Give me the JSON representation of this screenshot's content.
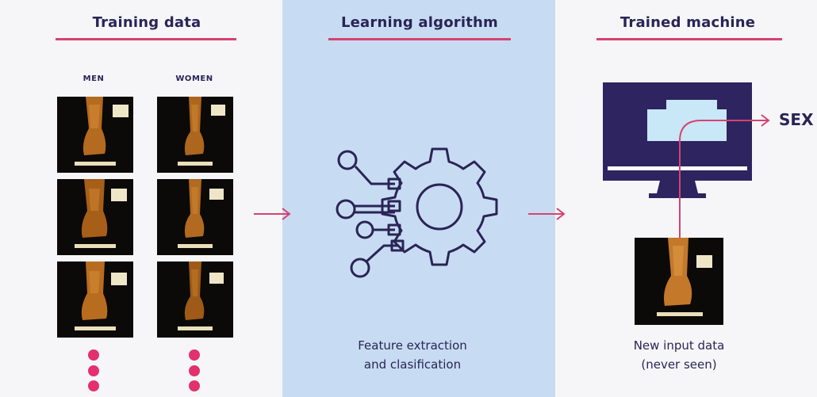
{
  "columns": {
    "training": {
      "title": "Training data",
      "men_label": "MEN",
      "women_label": "WOMEN"
    },
    "learning": {
      "title": "Learning algorithm",
      "caption_line1": "Feature extraction",
      "caption_line2": "and clasification"
    },
    "trained": {
      "title": "Trained machine",
      "output_label": "SEX",
      "caption_line1": "New input data",
      "caption_line2": "(never seen)"
    }
  },
  "colors": {
    "accent": "#d7426f",
    "navy": "#2a2456",
    "panel": "#c7dcf2",
    "dots": "#e2316d"
  },
  "icons": [
    "gear-circuit-icon",
    "monitor-icon",
    "arrow-right-icon",
    "bone-specimen-photo"
  ]
}
